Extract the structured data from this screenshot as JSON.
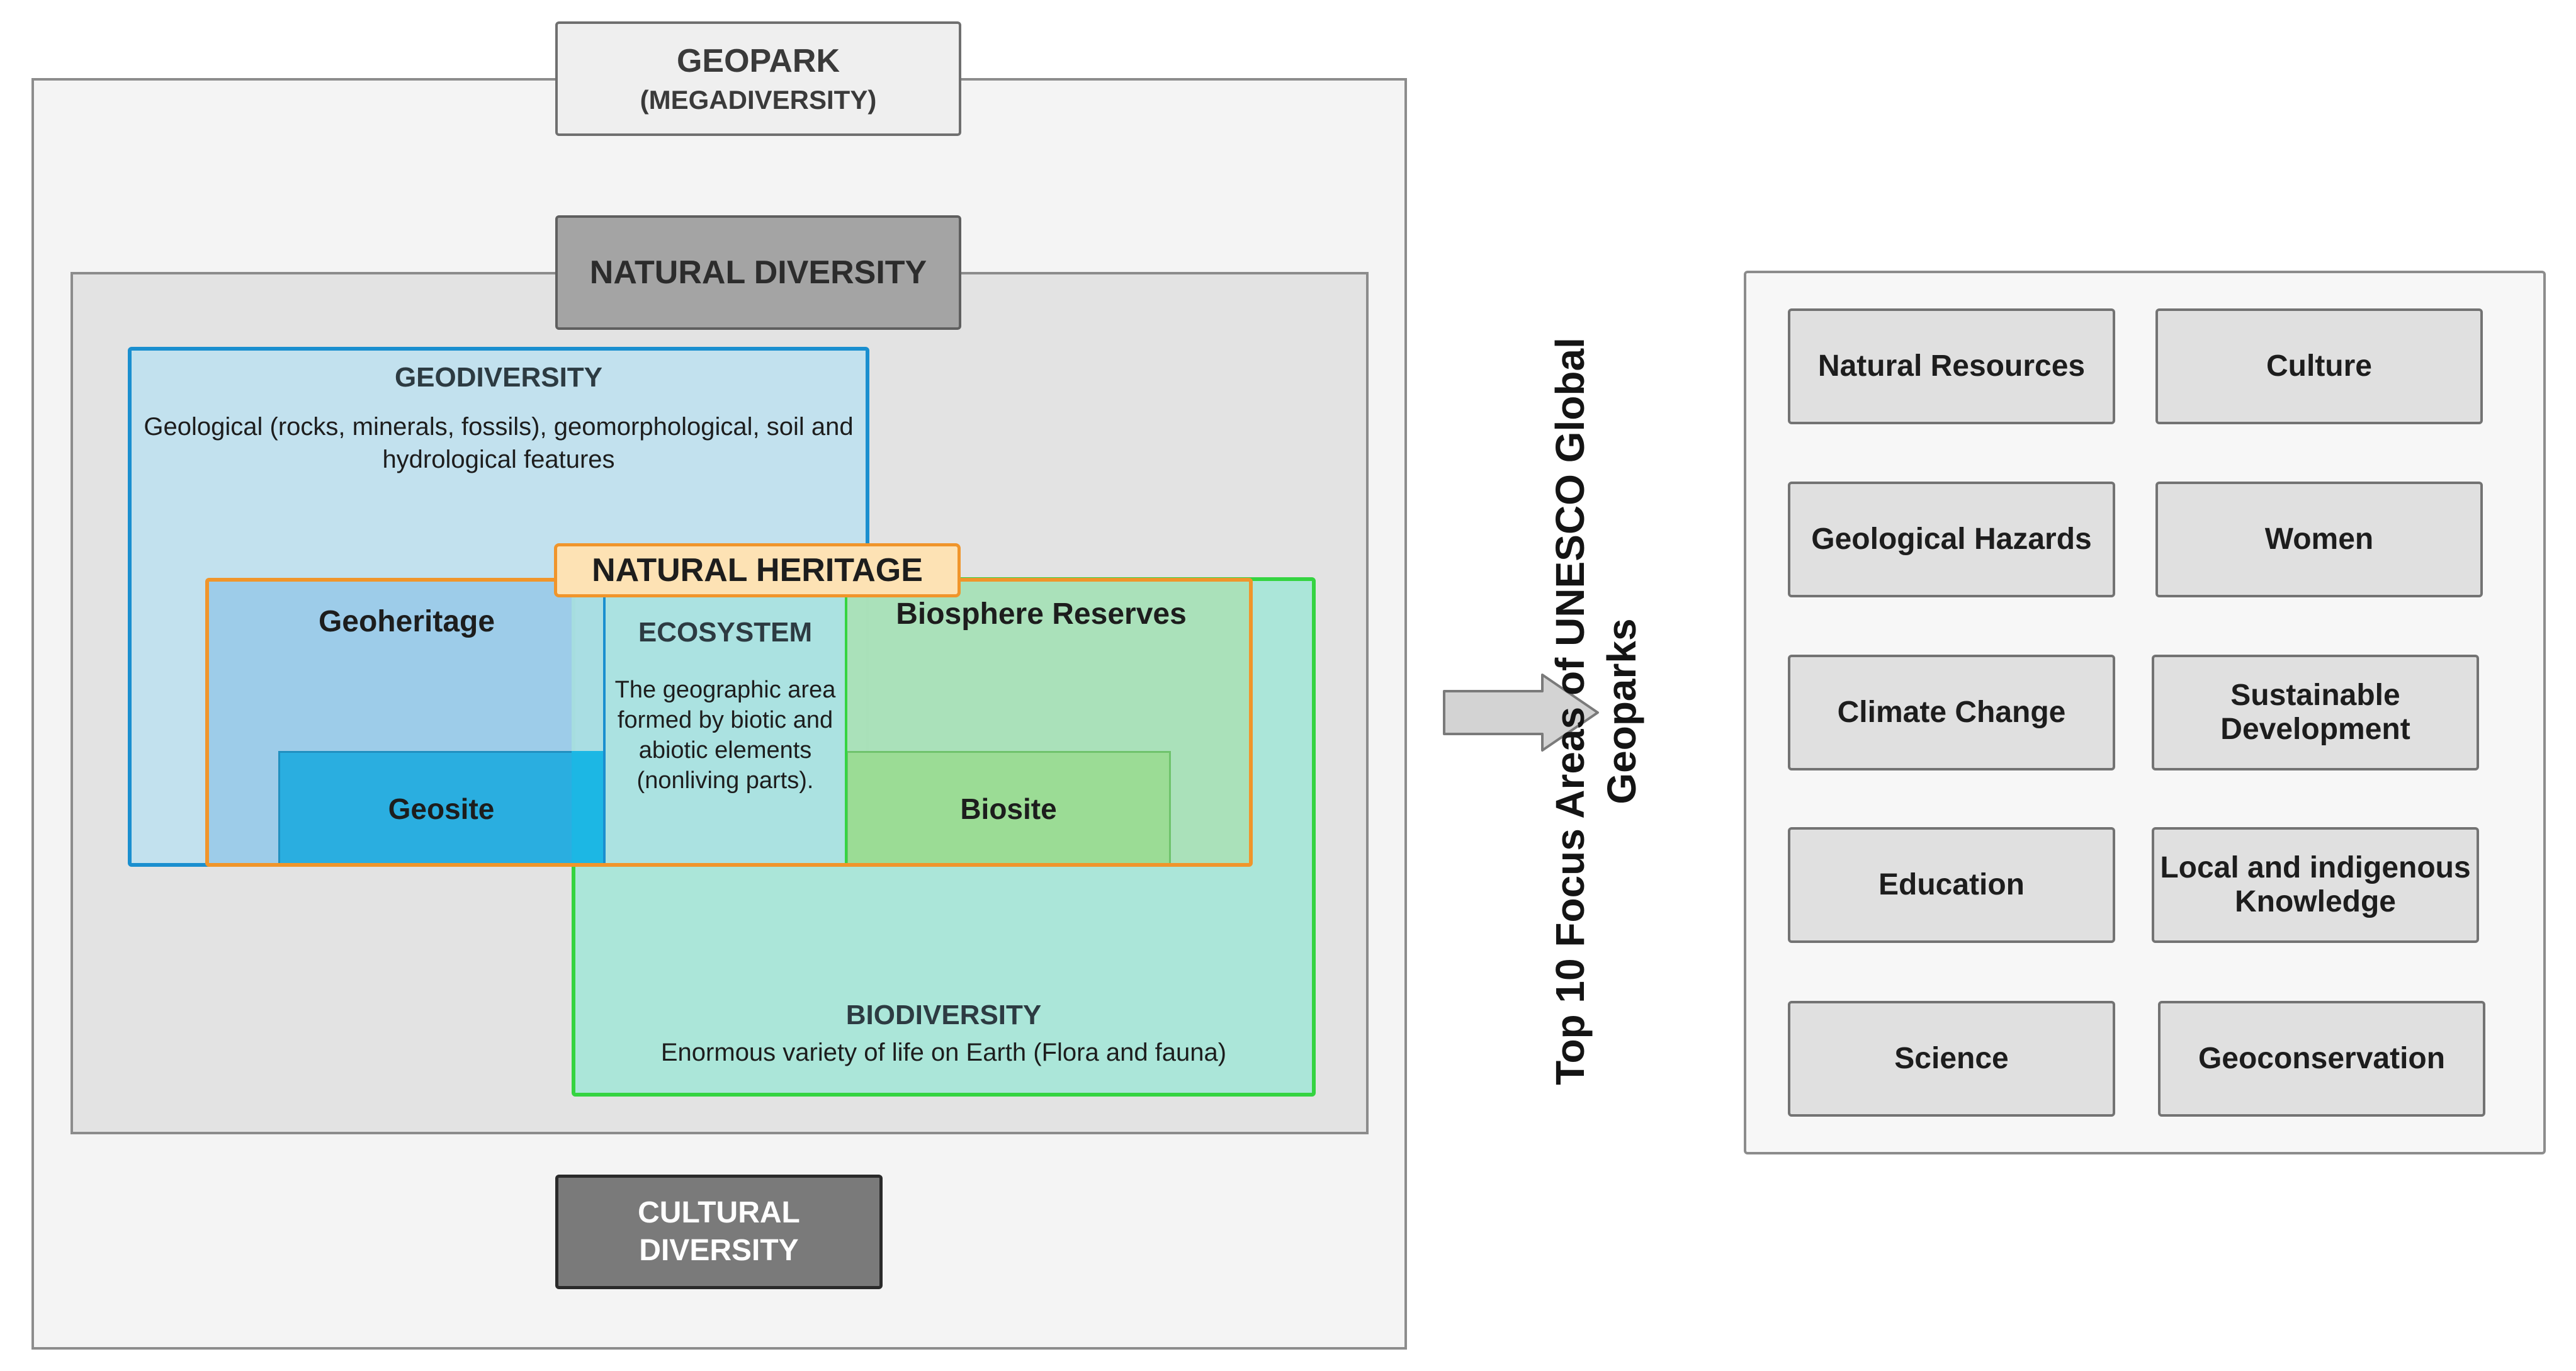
{
  "geopark": {
    "title": "GEOPARK",
    "subtitle": "(MEGADIVERSITY)"
  },
  "natural_diversity": {
    "title": "NATURAL DIVERSITY"
  },
  "geodiversity": {
    "title": "GEODIVERSITY",
    "description": "Geological (rocks, minerals, fossils), geomorphological, soil and hydrological features"
  },
  "natural_heritage": {
    "title": "NATURAL HERITAGE"
  },
  "geoheritage": {
    "label": "Geoheritage"
  },
  "geosite": {
    "label": "Geosite"
  },
  "ecosystem": {
    "title": "ECOSYSTEM",
    "description": "The geographic area formed by biotic and abiotic elements (nonliving parts)."
  },
  "biosphere": {
    "label": "Biosphere Reserves"
  },
  "biosite": {
    "label": "Biosite"
  },
  "biodiversity": {
    "title": "BIODIVERSITY",
    "description": "Enormous variety of life on Earth (Flora and fauna)"
  },
  "cultural_diversity": {
    "title": "CULTURAL DIVERSITY"
  },
  "focus": {
    "title": "Top 10 Focus Areas of UNESCO Global Geoparks",
    "items": [
      "Natural Resources",
      "Culture",
      "Geological Hazards",
      "Women",
      "Climate Change",
      "Sustainable Development",
      "Education",
      "Local and indigenous Knowledge",
      "Science",
      "Geoconservation"
    ]
  },
  "colors": {
    "geodiversity_border": "#1a8fcf",
    "biodiversity_border": "#35d441",
    "natural_heritage_border": "#f0952b",
    "geosite_fill": "#2aaee0",
    "biosite_fill": "#9bdc95"
  }
}
